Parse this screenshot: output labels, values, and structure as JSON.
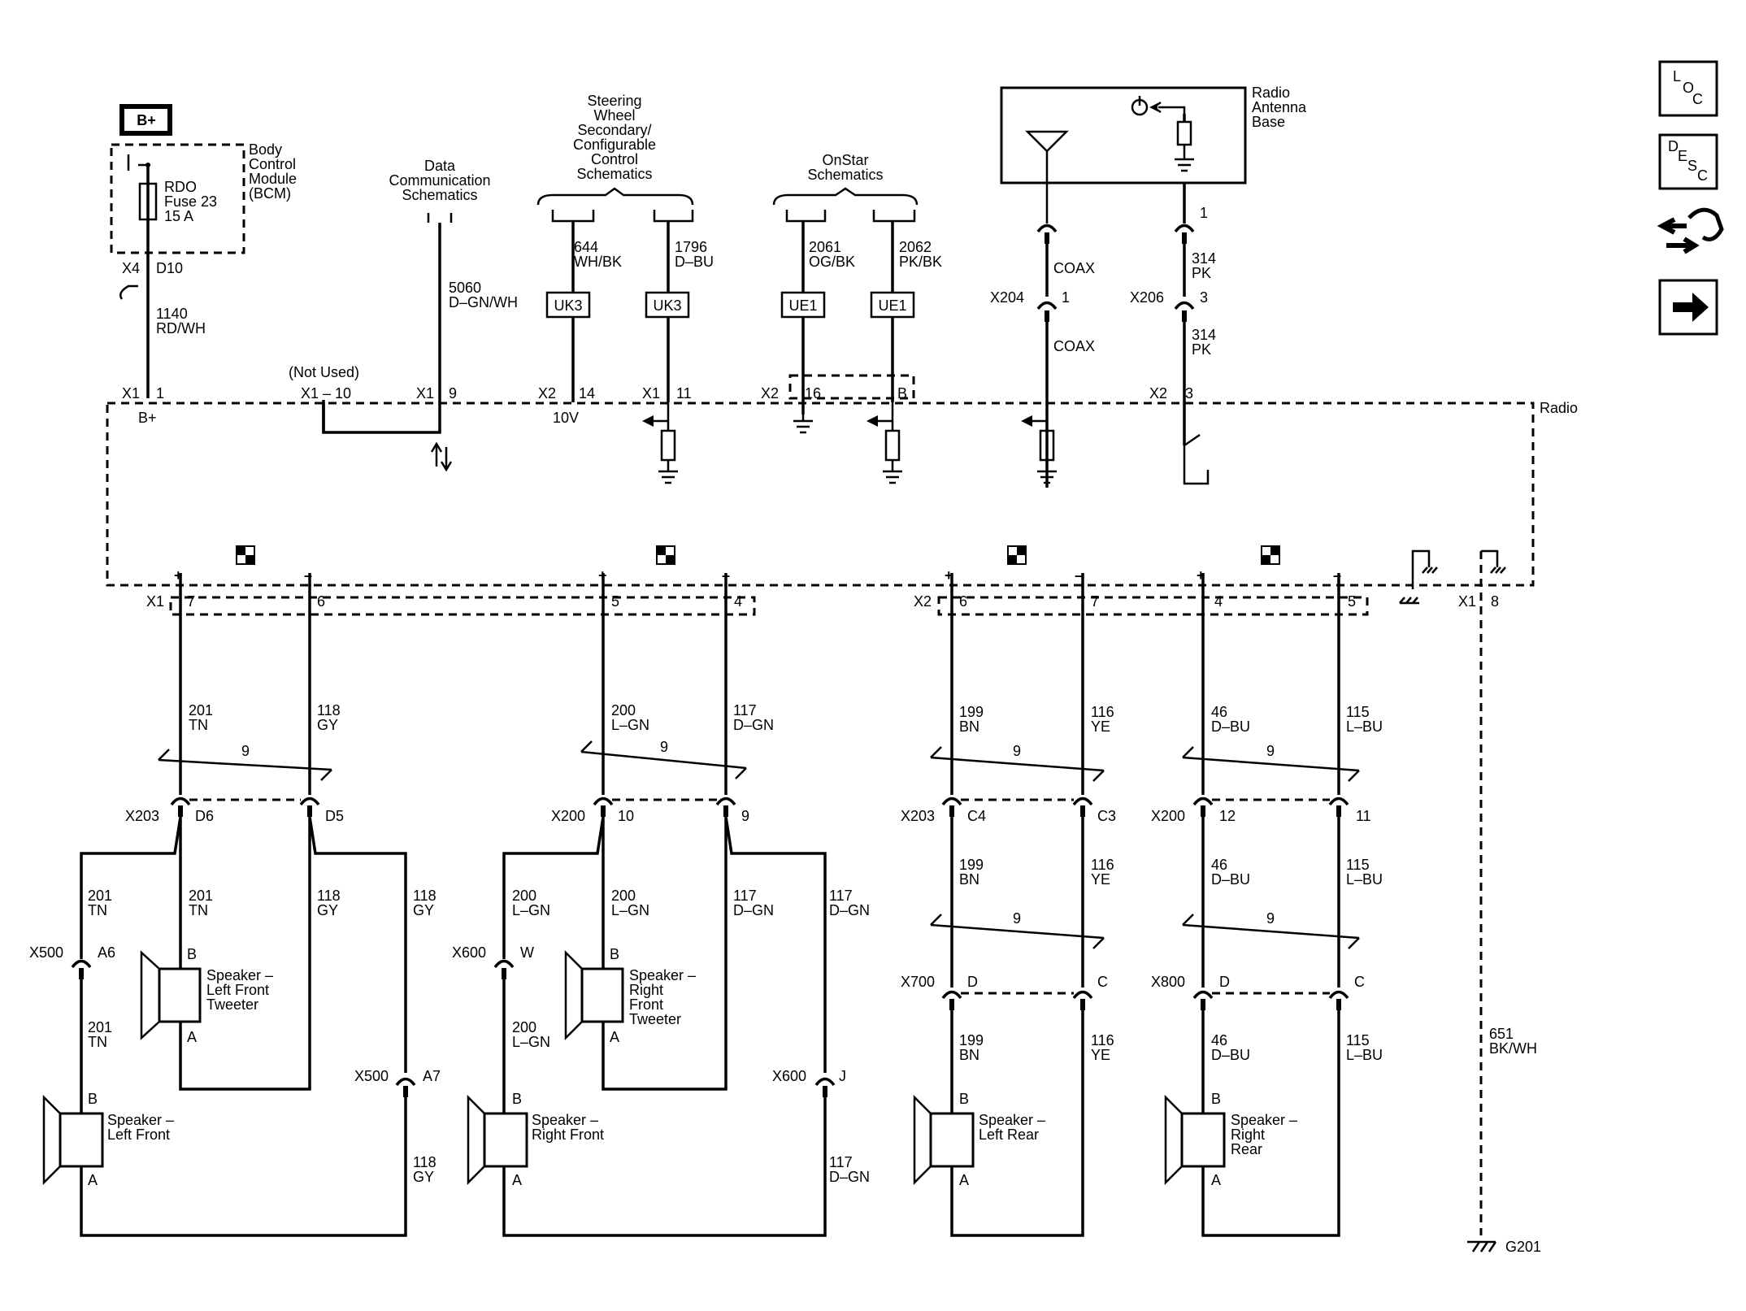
{
  "top_sources": {
    "bplus_box": "B+",
    "bcm": [
      "Body",
      "Control",
      "Module",
      "(BCM)"
    ],
    "fuse": [
      "RDO",
      "Fuse 23",
      "15 A"
    ],
    "bcm_conn": "X4",
    "bcm_pin": "D10",
    "wire_1140": [
      "1140",
      "RD/WH"
    ],
    "data_comm": [
      "Data",
      "Communication",
      "Schematics"
    ],
    "wire_5060": [
      "5060",
      "D–GN/WH"
    ],
    "steering": [
      "Steering",
      "Wheel",
      "Secondary/",
      "Configurable",
      "Control",
      "Schematics"
    ],
    "wire_644": [
      "644",
      "WH/BK"
    ],
    "wire_1796": [
      "1796",
      "D–BU"
    ],
    "uk3": "UK3",
    "onstar": [
      "OnStar",
      "Schematics"
    ],
    "wire_2061": [
      "2061",
      "OG/BK"
    ],
    "wire_2062": [
      "2062",
      "PK/BK"
    ],
    "ue1": "UE1",
    "antenna_base": [
      "Radio",
      "Antenna",
      "Base"
    ],
    "coax": "COAX",
    "wire_314": [
      "314",
      "PK"
    ],
    "x204": "X204",
    "x206": "X206",
    "pin_1": "1",
    "pin_3": "3"
  },
  "radio": {
    "label": "Radio",
    "not_used": "(Not Used)",
    "x1_10": "X1 – 10",
    "x1": "X1",
    "x2": "X2",
    "bplus": "B+",
    "v10": "10V",
    "pins_top": [
      "1",
      "9",
      "14",
      "11",
      "16",
      "B",
      "3"
    ],
    "x1_8": "8",
    "pins_bottom": [
      "7",
      "6",
      "5",
      "4",
      "6",
      "7",
      "4",
      "5"
    ]
  },
  "speakers": {
    "lf": [
      "Speaker –",
      "Left Front"
    ],
    "lft": [
      "Speaker –",
      "Left Front",
      "Tweeter"
    ],
    "rf": [
      "Speaker –",
      "Right Front"
    ],
    "rft": [
      "Speaker –",
      "Right",
      "Front",
      "Tweeter"
    ],
    "lr": [
      "Speaker –",
      "Left Rear"
    ],
    "rr": [
      "Speaker –",
      "Right",
      "Rear"
    ],
    "pin_a": "A",
    "pin_b": "B"
  },
  "wires": {
    "w201": [
      "201",
      "TN"
    ],
    "w118": [
      "118",
      "GY"
    ],
    "w200": [
      "200",
      "L–GN"
    ],
    "w117": [
      "117",
      "D–GN"
    ],
    "w199": [
      "199",
      "BN"
    ],
    "w116": [
      "116",
      "YE"
    ],
    "w46": [
      "46",
      "D–BU"
    ],
    "w115": [
      "115",
      "L–BU"
    ],
    "w651": [
      "651",
      "BK/WH"
    ],
    "twist": "9"
  },
  "connectors": {
    "x203": "X203",
    "d6": "D6",
    "d5": "D5",
    "x200": "X200",
    "p10": "10",
    "p9": "9",
    "p12": "12",
    "p11": "11",
    "c4": "C4",
    "c3": "C3",
    "x500": "X500",
    "a6": "A6",
    "a7": "A7",
    "x600": "X600",
    "w": "W",
    "j": "J",
    "x700": "X700",
    "x800": "X800",
    "pd": "D",
    "pc": "C",
    "g201": "G201"
  },
  "polarity": {
    "plus": "+",
    "minus": "–"
  },
  "nav": {
    "loc": [
      "L",
      "O",
      "C"
    ],
    "desc": [
      "D",
      "E",
      "S",
      "C"
    ]
  }
}
